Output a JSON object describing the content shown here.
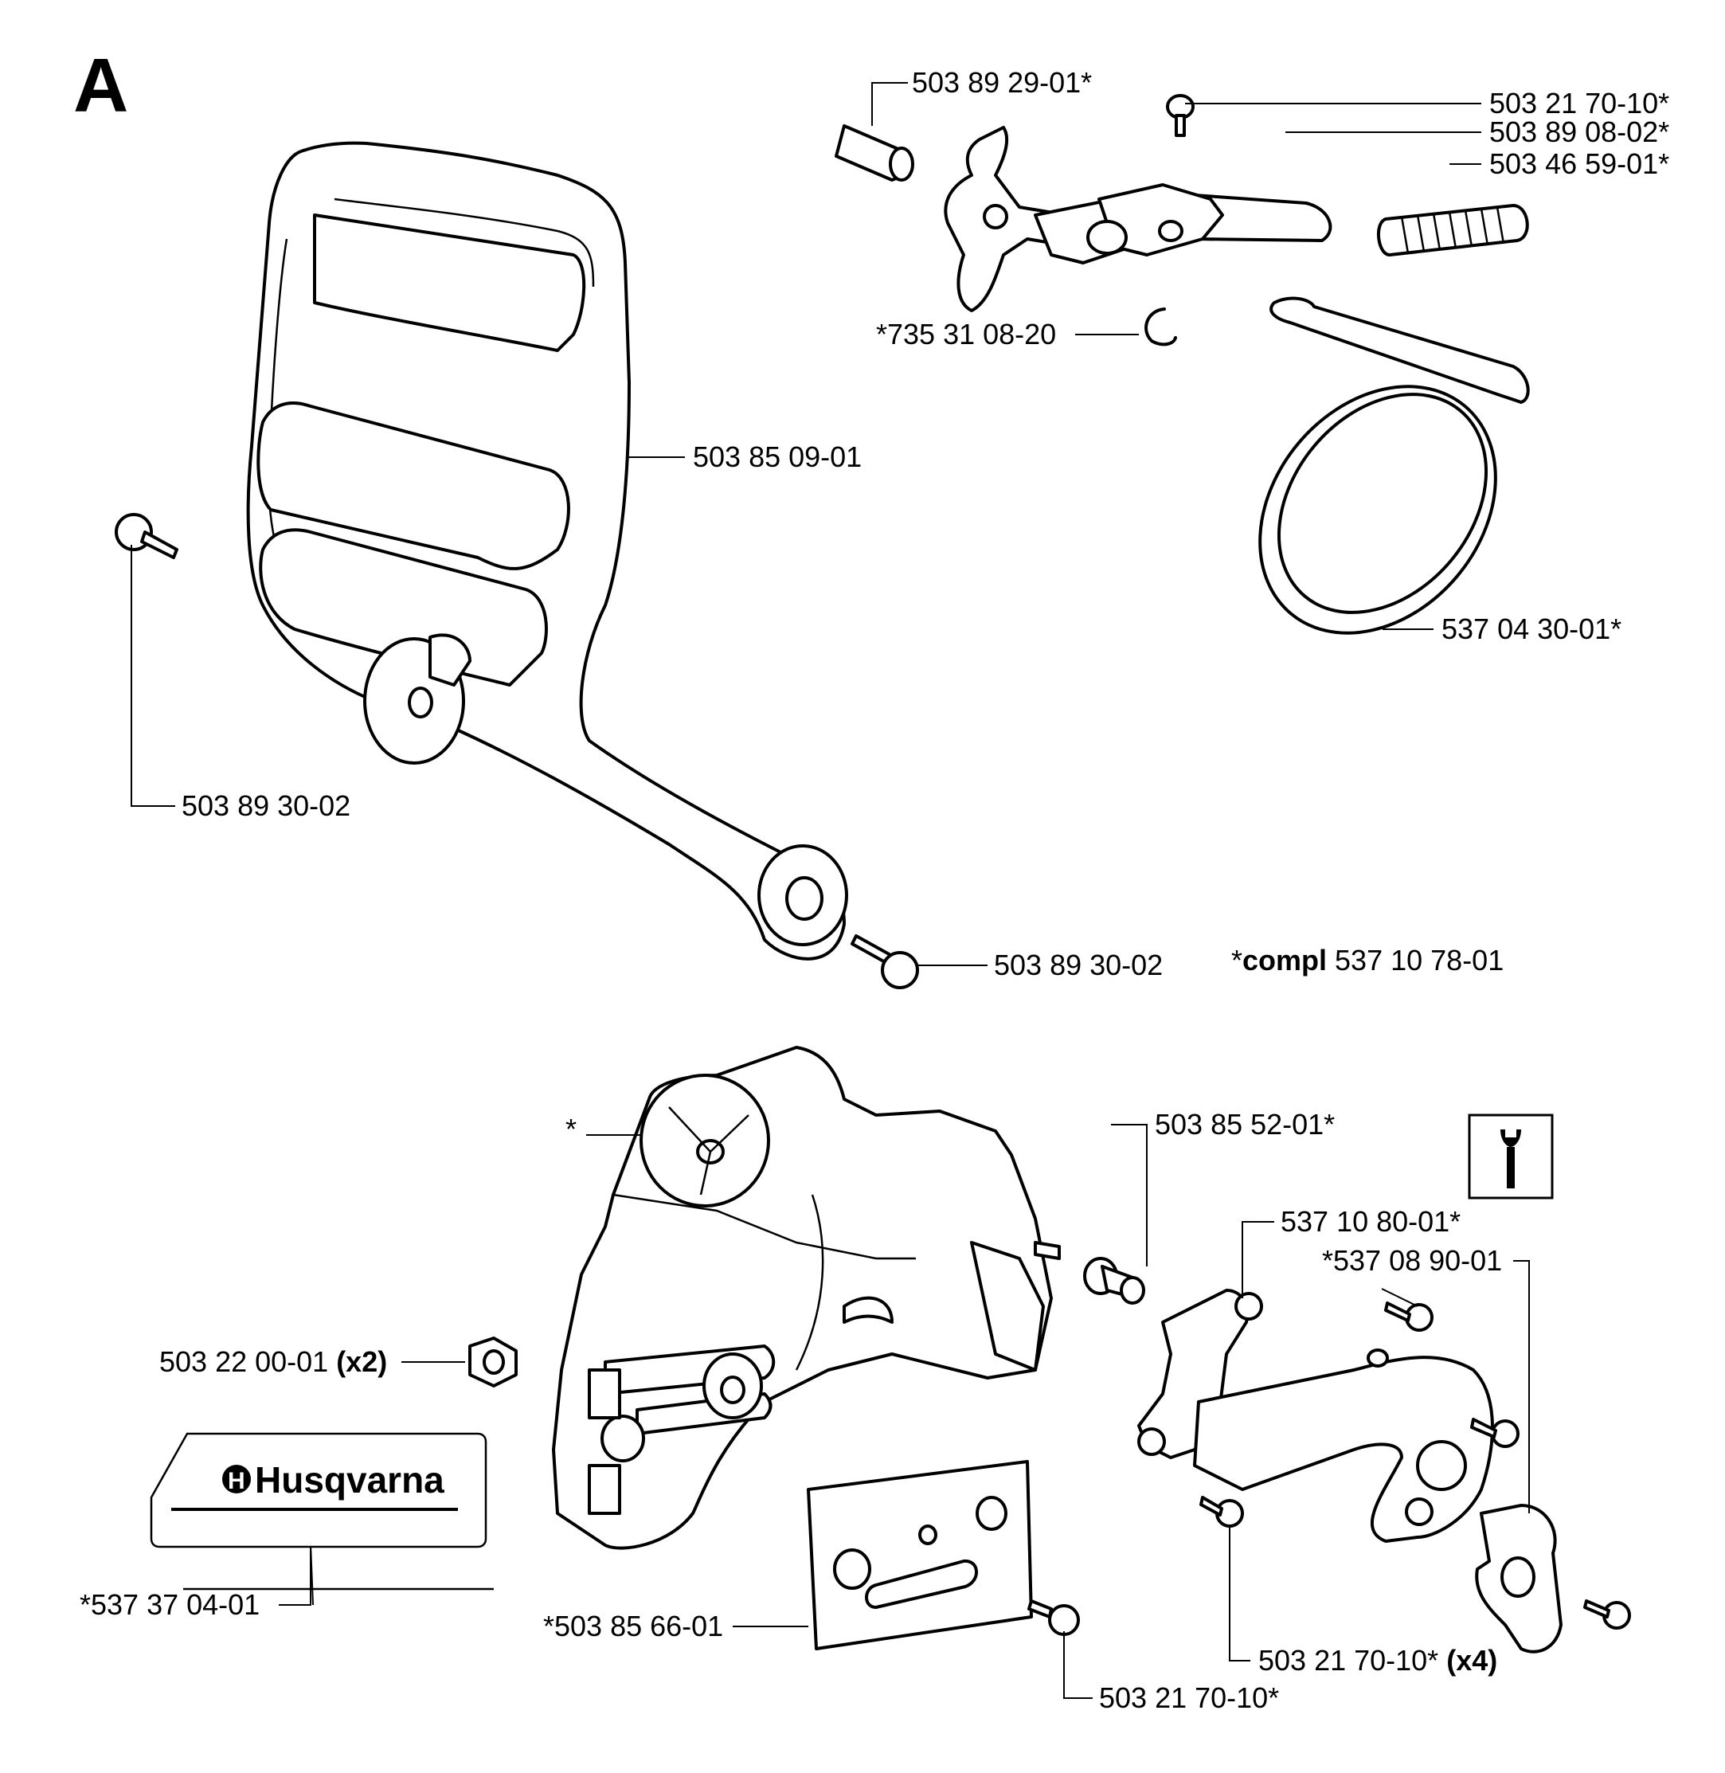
{
  "section_letter": "A",
  "labels": {
    "tip_pin": "503 89 29-01*",
    "screw_top": "503 21 70-10*",
    "brake_lever": "503 89 08-02*",
    "spring": "503 46 59-01*",
    "guard": "503 85 09-01",
    "clip": "*735 31 08-20",
    "brake_band": "537 04 30-01*",
    "guard_screw_left": "503 89 30-02",
    "guard_screw_right": "503 89 30-02",
    "compl_prefix": "*",
    "compl_bold": "compl",
    "compl_number": " 537 10 78-01",
    "cover_star": "*",
    "pin": "503 85 52-01*",
    "catcher": "537 10 80-01*",
    "catcher_block": "*537 08 90-01",
    "nut_number": "503 22 00-01 ",
    "nut_qty": "(x2)",
    "decal": "*537 37 04-01",
    "plate": "*503 85 66-01",
    "plate_screw": "503 21 70-10*",
    "screws_x4_number": "503 21 70-10* ",
    "screws_x4_qty": "(x4)"
  },
  "decal_brand": "Husqvarna",
  "icons": [
    "wrench-tool-icon",
    "husqvarna-logo-icon"
  ]
}
